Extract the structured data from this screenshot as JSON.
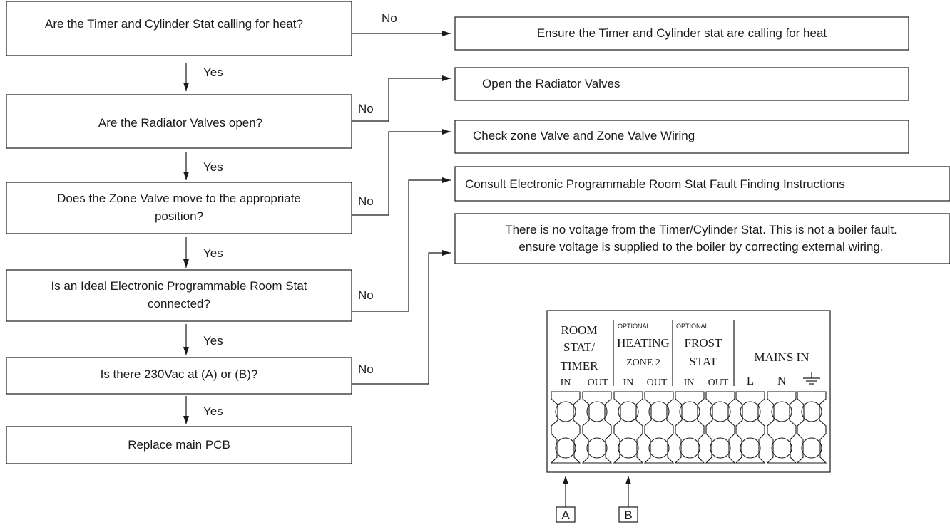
{
  "questions": [
    "Are the Timer and Cylinder Stat calling for heat?",
    "Are the Radiator Valves open?",
    [
      "Does the Zone Valve move to the appropriate",
      "position?"
    ],
    [
      "Is an Ideal Electronic Programmable Room Stat",
      "connected?"
    ],
    "Is there 230Vac at (A) or (B)?",
    "Replace main PCB"
  ],
  "answers": [
    "Ensure the Timer and Cylinder stat are calling for heat",
    "Open the Radiator Valves",
    "Check zone Valve and Zone Valve Wiring",
    "Consult Electronic Programmable Room Stat Fault Finding Instructions",
    [
      "There is no voltage from the Timer/Cylinder Stat.  This is not a boiler fault.",
      "ensure voltage is supplied to the boiler by correcting external wiring."
    ]
  ],
  "yes_label": "Yes",
  "no_label": "No",
  "terminal_block": {
    "groups": [
      {
        "optional": "",
        "title": [
          "ROOM",
          "STAT/",
          "TIMER"
        ],
        "terminals": [
          "IN",
          "OUT"
        ]
      },
      {
        "optional": "OPTIONAL",
        "title": [
          "HEATING",
          "ZONE 2"
        ],
        "terminals": [
          "IN",
          "OUT"
        ]
      },
      {
        "optional": "OPTIONAL",
        "title": [
          "FROST",
          "STAT"
        ],
        "terminals": [
          "IN",
          "OUT"
        ]
      },
      {
        "optional": "",
        "title": [
          "MAINS IN"
        ],
        "terminals": [
          "L",
          "N",
          "earth"
        ]
      }
    ],
    "pointer_labels": [
      "A",
      "B"
    ]
  }
}
